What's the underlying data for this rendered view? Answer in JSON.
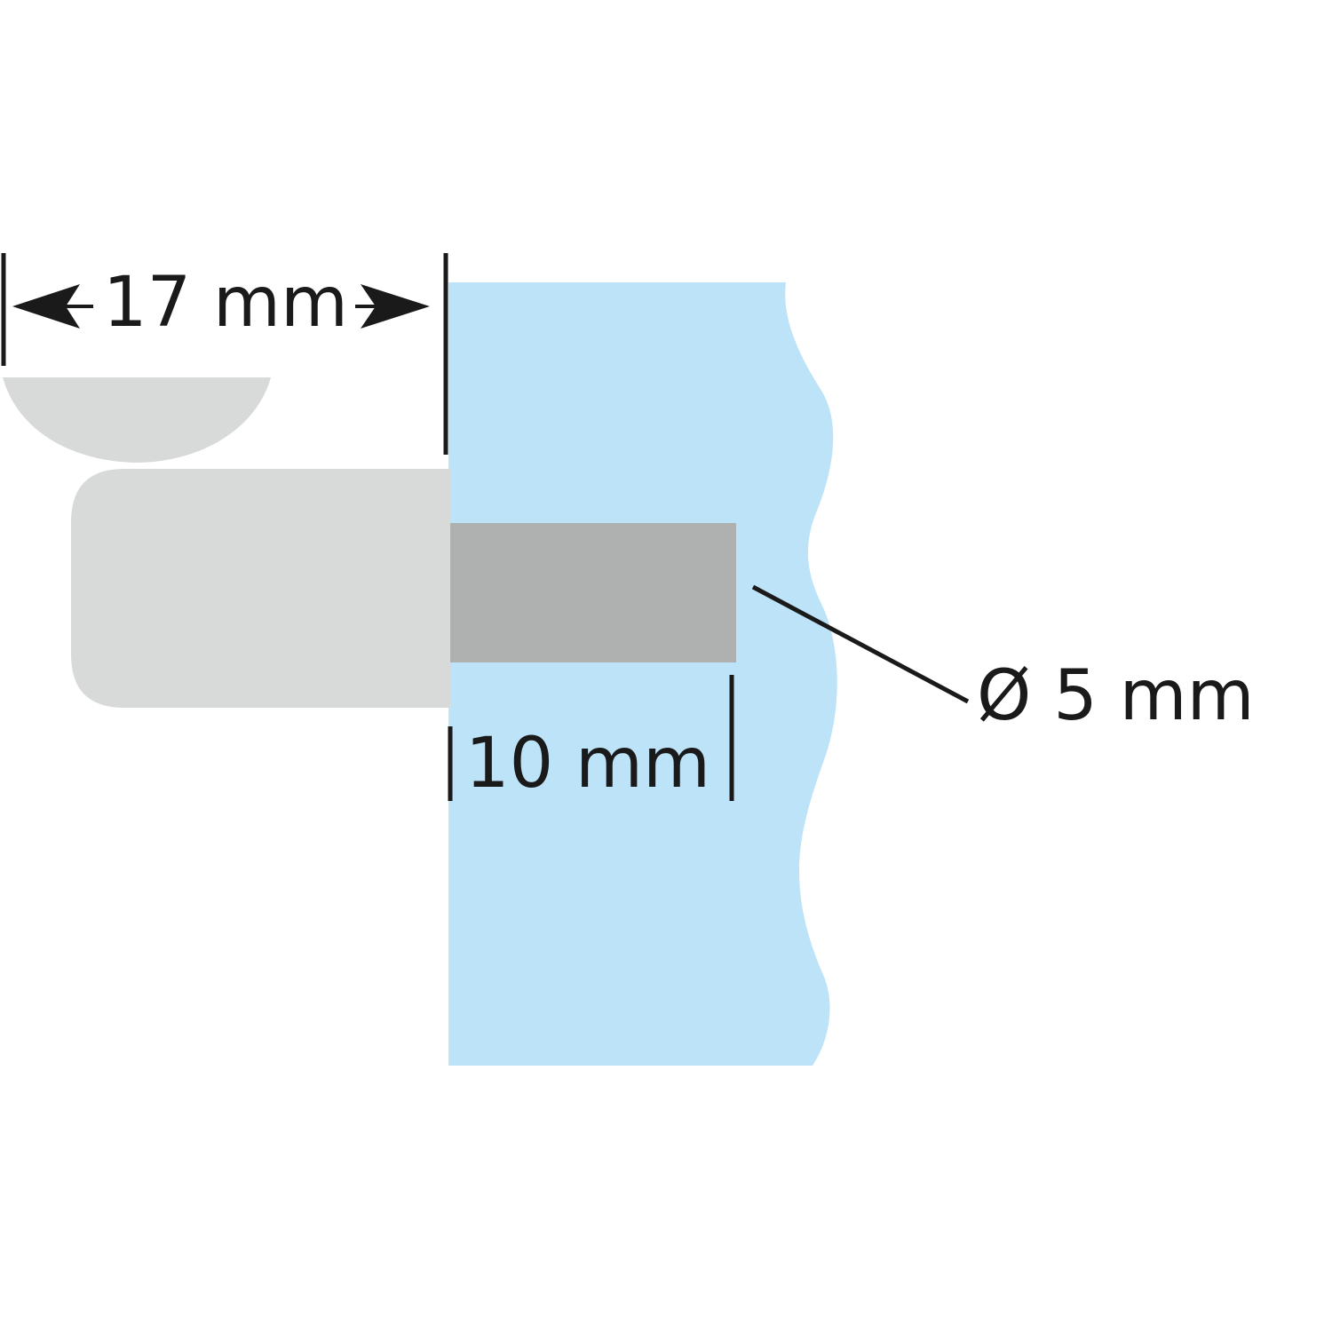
{
  "labels": {
    "overhang": "17 mm",
    "drill_depth": "10 mm",
    "pin_diameter": "Ø 5 mm"
  },
  "colors": {
    "wall": "#bce3f7",
    "support_body": "#d8dada",
    "pin": "#afb0b0",
    "line": "#1a1a1a",
    "background": "#ffffff"
  }
}
